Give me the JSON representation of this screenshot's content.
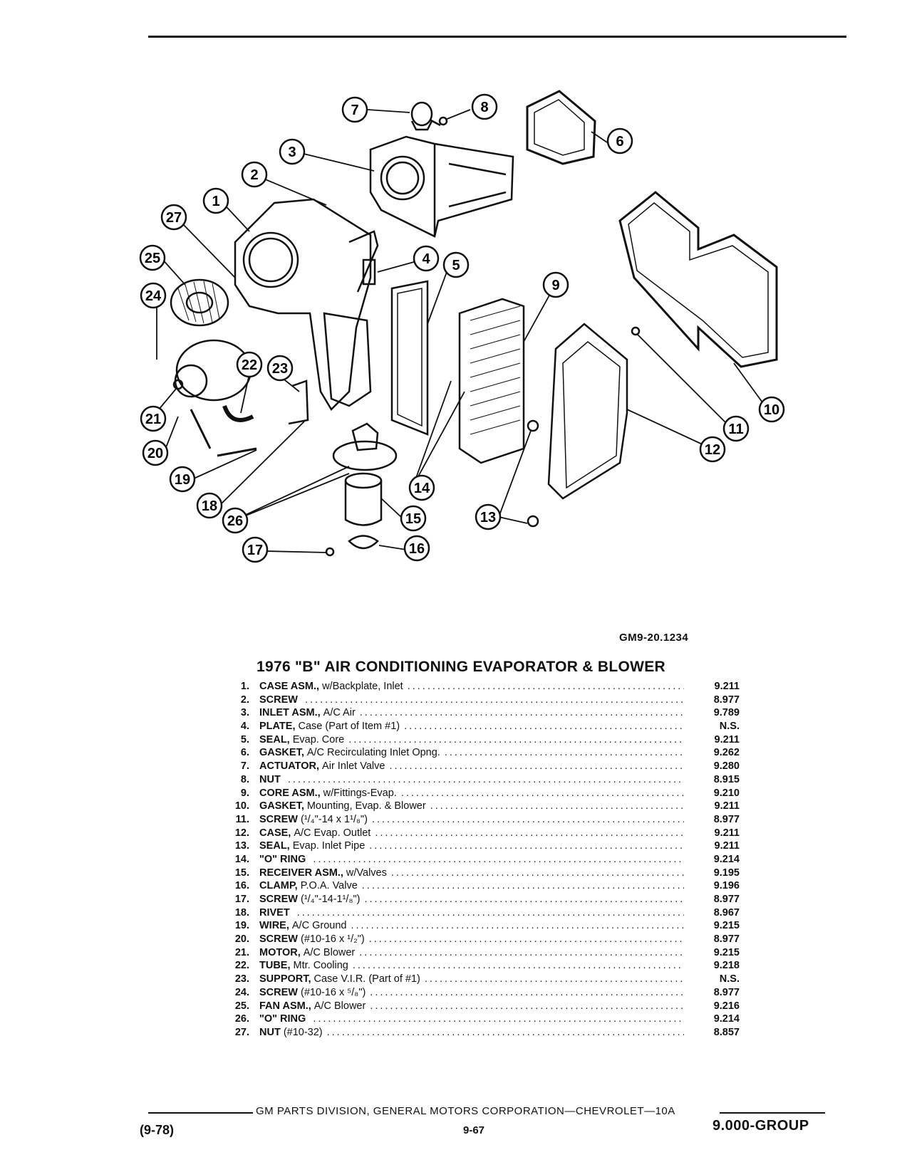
{
  "figure_code": "GM9-20.1234",
  "title": "1976 \"B\" AIR CONDITIONING EVAPORATOR & BLOWER",
  "callouts": [
    "1",
    "2",
    "3",
    "4",
    "5",
    "6",
    "7",
    "8",
    "9",
    "10",
    "11",
    "12",
    "13",
    "14",
    "15",
    "16",
    "17",
    "18",
    "19",
    "20",
    "21",
    "22",
    "23",
    "24",
    "25",
    "26",
    "27"
  ],
  "parts": [
    {
      "num": "1.",
      "name": "CASE ASM.,",
      "detail": "w/Backplate, Inlet",
      "group": "9.211"
    },
    {
      "num": "2.",
      "name": "SCREW",
      "detail": "",
      "group": "8.977"
    },
    {
      "num": "3.",
      "name": "INLET ASM.,",
      "detail": "A/C Air",
      "group": "9.789"
    },
    {
      "num": "4.",
      "name": "PLATE,",
      "detail": "Case (Part of Item #1)",
      "group": "N.S."
    },
    {
      "num": "5.",
      "name": "SEAL,",
      "detail": "Evap. Core",
      "group": "9.211"
    },
    {
      "num": "6.",
      "name": "GASKET,",
      "detail": "A/C Recirculating Inlet Opng.",
      "group": "9.262"
    },
    {
      "num": "7.",
      "name": "ACTUATOR,",
      "detail": "Air Inlet Valve",
      "group": "9.280"
    },
    {
      "num": "8.",
      "name": "NUT",
      "detail": "",
      "group": "8.915"
    },
    {
      "num": "9.",
      "name": "CORE ASM.,",
      "detail": "w/Fittings-Evap.",
      "group": "9.210"
    },
    {
      "num": "10.",
      "name": "GASKET,",
      "detail": "Mounting, Evap. & Blower",
      "group": "9.211"
    },
    {
      "num": "11.",
      "name": "SCREW",
      "detail": "(¹/₄\"-14 x 1¹/₈\")",
      "group": "8.977"
    },
    {
      "num": "12.",
      "name": "CASE,",
      "detail": "A/C Evap. Outlet",
      "group": "9.211"
    },
    {
      "num": "13.",
      "name": "SEAL,",
      "detail": "Evap. Inlet Pipe",
      "group": "9.211"
    },
    {
      "num": "14.",
      "name": "\"O\" RING",
      "detail": "",
      "group": "9.214"
    },
    {
      "num": "15.",
      "name": "RECEIVER ASM.,",
      "detail": "w/Valves",
      "group": "9.195"
    },
    {
      "num": "16.",
      "name": "CLAMP,",
      "detail": "P.O.A. Valve",
      "group": "9.196"
    },
    {
      "num": "17.",
      "name": "SCREW",
      "detail": "(¹/₄\"-14-1¹/₈\")",
      "group": "8.977"
    },
    {
      "num": "18.",
      "name": "RIVET",
      "detail": "",
      "group": "8.967"
    },
    {
      "num": "19.",
      "name": "WIRE,",
      "detail": "A/C Ground",
      "group": "9.215"
    },
    {
      "num": "20.",
      "name": "SCREW",
      "detail": "(#10-16 x ¹/₂\")",
      "group": "8.977"
    },
    {
      "num": "21.",
      "name": "MOTOR,",
      "detail": "A/C Blower",
      "group": "9.215"
    },
    {
      "num": "22.",
      "name": "TUBE,",
      "detail": "Mtr. Cooling",
      "group": "9.218"
    },
    {
      "num": "23.",
      "name": "SUPPORT,",
      "detail": "Case V.I.R. (Part of #1)",
      "group": "N.S."
    },
    {
      "num": "24.",
      "name": "SCREW",
      "detail": "(#10-16 x ⁵/₈\")",
      "group": "8.977"
    },
    {
      "num": "25.",
      "name": "FAN ASM.,",
      "detail": "A/C Blower",
      "group": "9.216"
    },
    {
      "num": "26.",
      "name": "\"O\" RING",
      "detail": "",
      "group": "9.214"
    },
    {
      "num": "27.",
      "name": "NUT",
      "detail": "(#10-32)",
      "group": "8.857"
    }
  ],
  "footer": {
    "corporation": "GM PARTS DIVISION, GENERAL MOTORS CORPORATION—CHEVROLET—10A",
    "date_code": "(9-78)",
    "page_number": "9-67",
    "group_label": "9.000-GROUP"
  }
}
